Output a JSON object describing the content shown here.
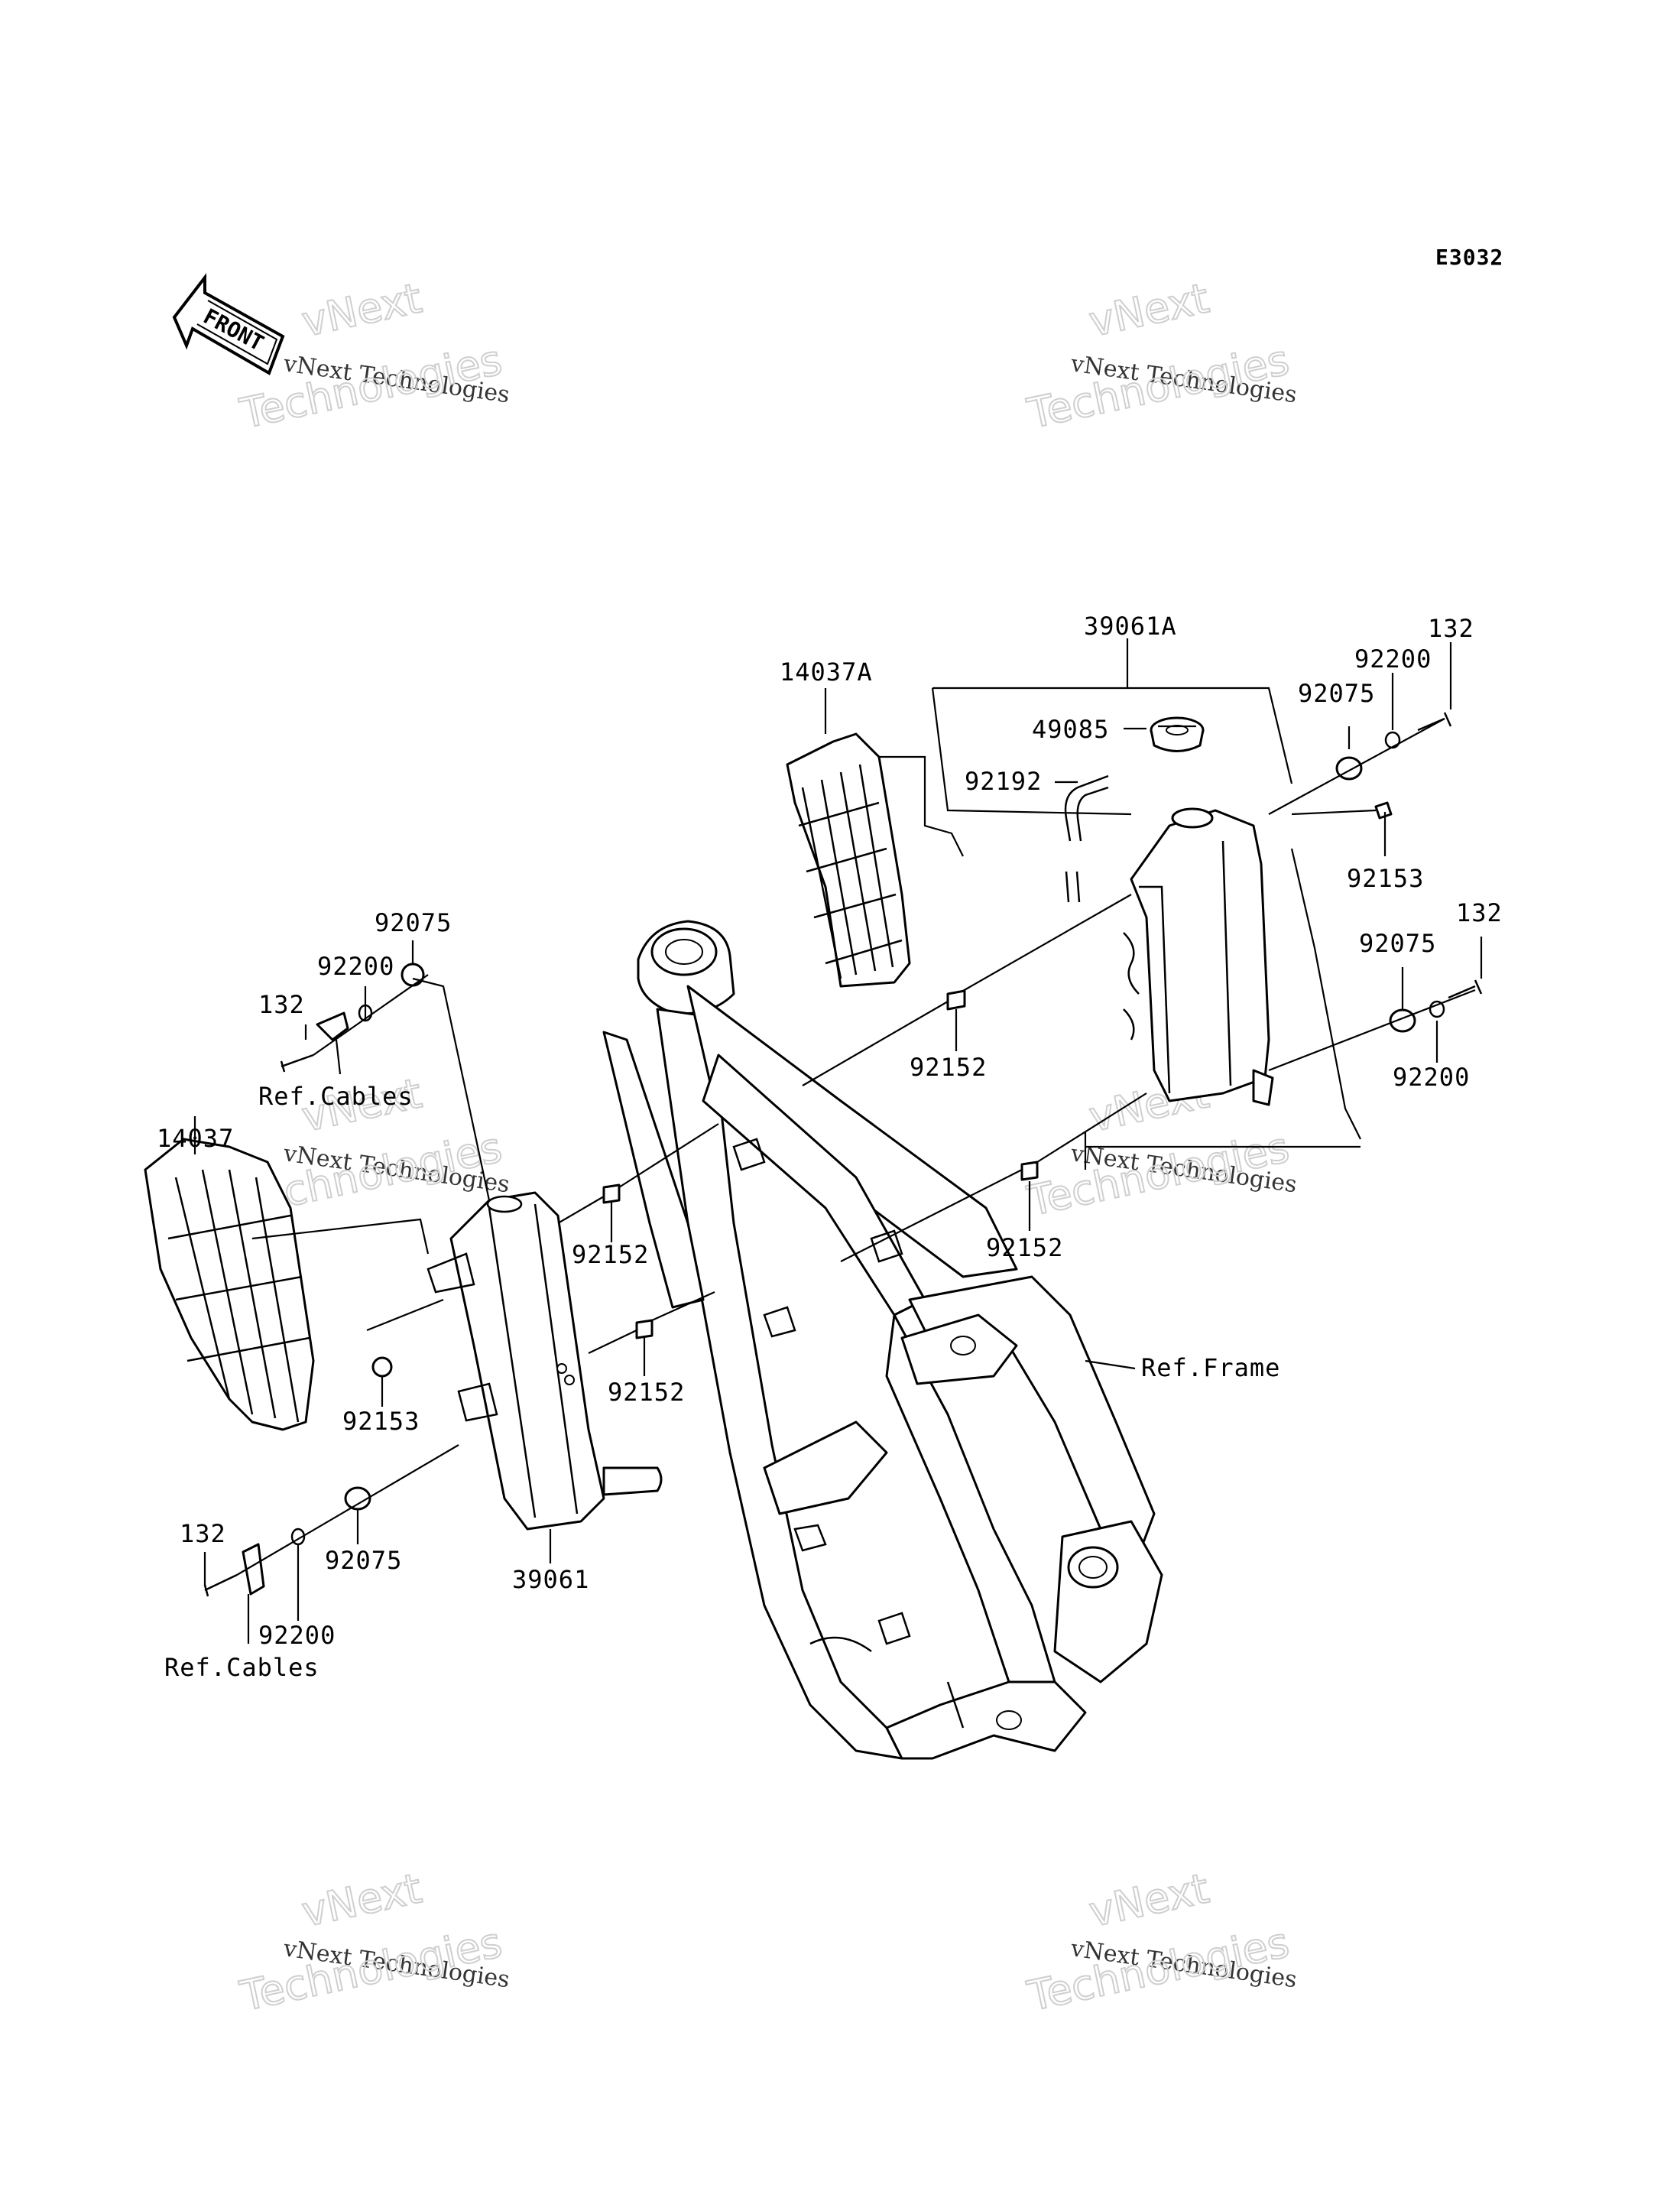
{
  "diagram_code": "E3032",
  "direction_label": "FRONT",
  "watermark": {
    "line1": "vNext",
    "line2": "vNext Technologies",
    "line3": "Technologies"
  },
  "callouts": {
    "part_39061A": "39061A",
    "part_14037A": "14037A",
    "part_49085": "49085",
    "part_92192": "92192",
    "part_92153_right": "92153",
    "part_92075_right_top": "92075",
    "part_92200_right_top": "92200",
    "part_132_right_top": "132",
    "part_132_right_mid": "132",
    "part_92075_right_mid": "92075",
    "part_92200_right_mid": "92200",
    "part_92152_upper": "92152",
    "part_92152_right": "92152",
    "part_92075_left_top": "92075",
    "part_92200_left_top": "92200",
    "part_132_left_top": "132",
    "ref_cables_upper": "Ref.Cables",
    "part_14037": "14037",
    "part_92152_left_upper": "92152",
    "part_92152_left_lower": "92152",
    "part_92153_left": "92153",
    "ref_frame": "Ref.Frame",
    "part_132_left_bottom": "132",
    "part_92075_left_bottom": "92075",
    "part_92200_left_bottom": "92200",
    "part_39061": "39061",
    "ref_cables_lower": "Ref.Cables"
  }
}
